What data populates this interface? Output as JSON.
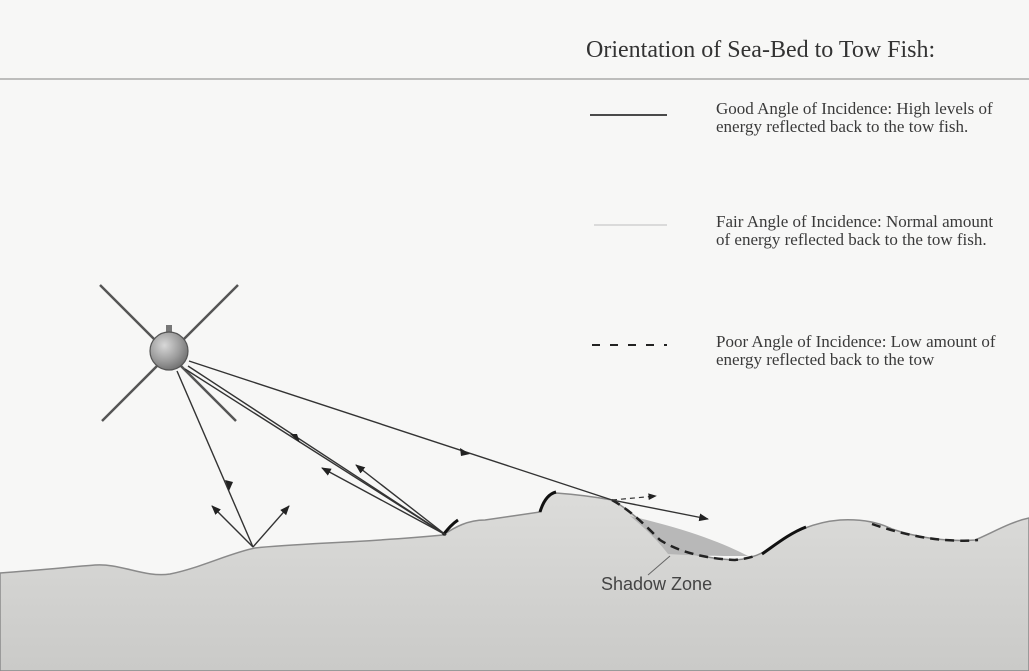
{
  "diagram": {
    "title": "Orientation of Sea-Bed to Tow Fish:",
    "legend": [
      {
        "id": "good",
        "text": "Good Angle of Incidence: High levels of energy reflected back to the tow fish.",
        "style": "solid"
      },
      {
        "id": "fair",
        "text": "Fair Angle of Incidence: Normal amount of energy reflected back to the tow fish.",
        "style": "faint"
      },
      {
        "id": "poor",
        "text": "Poor Angle of Incidence: Low amount of energy reflected back to the tow",
        "style": "dashed"
      }
    ],
    "shadow_label": "Shadow Zone"
  },
  "colors": {
    "background": "#f7f7f6",
    "seabed_fill": "#d4d4d2",
    "seabed_line": "#888888",
    "good_line": "#111111",
    "fair_line": "#cfcfcf",
    "poor_line": "#222222",
    "tow_fish": "#9a9a9a",
    "shadow_zone": "#b6b6b6"
  },
  "icons": {
    "tow_fish": "tow-fish-icon"
  }
}
